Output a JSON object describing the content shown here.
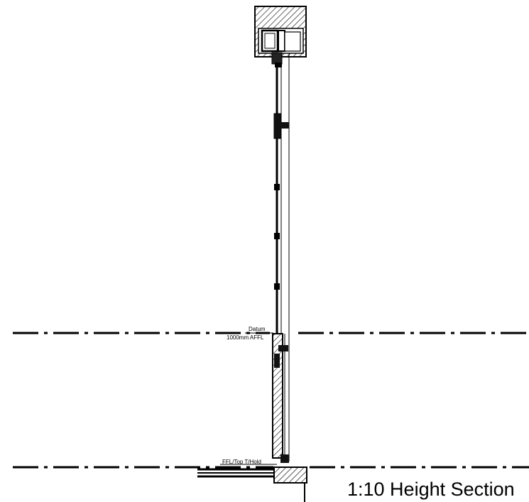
{
  "datum": {
    "name": "Datum",
    "height": "1000mm AFFL"
  },
  "floor_level": {
    "label": "FFL/Top T/Hold"
  },
  "section_title": "1:10 Height Section",
  "colors": {
    "line": "#000000",
    "background": "#ffffff"
  }
}
